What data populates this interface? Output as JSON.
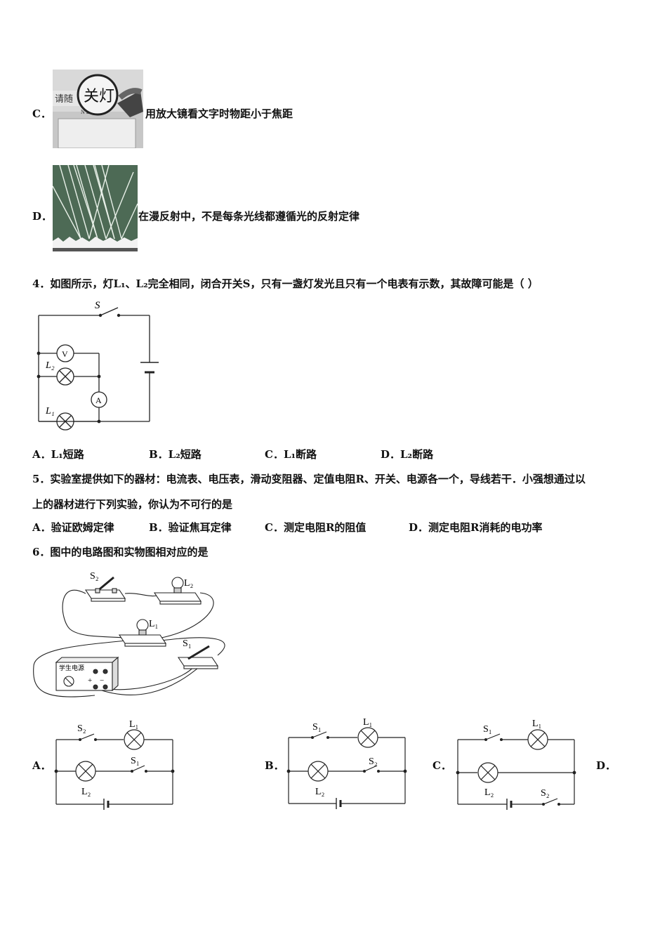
{
  "q3": {
    "opt_c": {
      "letter": "C．",
      "text": "用放大镜看文字时物距小于焦距",
      "photo_label": "关灯",
      "photo_sub": "请随",
      "photo_sub2": "N DENG"
    },
    "opt_d": {
      "letter": "D．",
      "text": "在漫反射中，不是每条光线都遵循光的反射定律"
    }
  },
  "q4": {
    "stem": "4．如图所示，灯L₁、L₂完全相同，闭合开关S，只有一盏灯发光且只有一个电表有示数，其故障可能是（    ）",
    "figure": {
      "switch": "S",
      "voltmeter": "V",
      "ammeter": "A",
      "lamp1": "L₁",
      "lamp2": "L₂"
    },
    "options": [
      "A．L₁短路",
      "B．L₂短路",
      "C．L₁断路",
      "D．L₂断路"
    ]
  },
  "q5": {
    "stem_line1": "5．实验室提供如下的器材：电流表、电压表，滑动变阻器、定值电阻R、开关、电源各一个，导线若干．小强想通过以",
    "stem_line2": "上的器材进行下列实验，你认为不可行的是",
    "options": [
      "A．验证欧姆定律",
      "B．验证焦耳定律",
      "C．测定电阻R的阻值",
      "D．测定电阻R消耗的电功率"
    ]
  },
  "q6": {
    "stem": "6．图中的电路图和实物图相对应的是",
    "physical": {
      "s2": "S₂",
      "l2": "L₂",
      "l1": "L₁",
      "s1": "S₁",
      "power_label": "学生电源",
      "plus": "+",
      "minus": "−"
    },
    "options": [
      {
        "letter": "A．",
        "top_switch": "S₂",
        "top_lamp": "L₁",
        "mid_switch": "S₁",
        "mid_lamp": "L₂",
        "bottom_switch": ""
      },
      {
        "letter": "B．",
        "top_switch": "S₁",
        "top_lamp": "L₁",
        "mid_switch": "S₂",
        "mid_lamp": "L₂",
        "bottom_switch": ""
      },
      {
        "letter": "C．",
        "top_switch": "S₁",
        "top_lamp": "L₁",
        "mid_switch": "",
        "mid_lamp": "L₂",
        "bottom_switch": "S₂"
      },
      {
        "letter": "D．"
      }
    ]
  }
}
